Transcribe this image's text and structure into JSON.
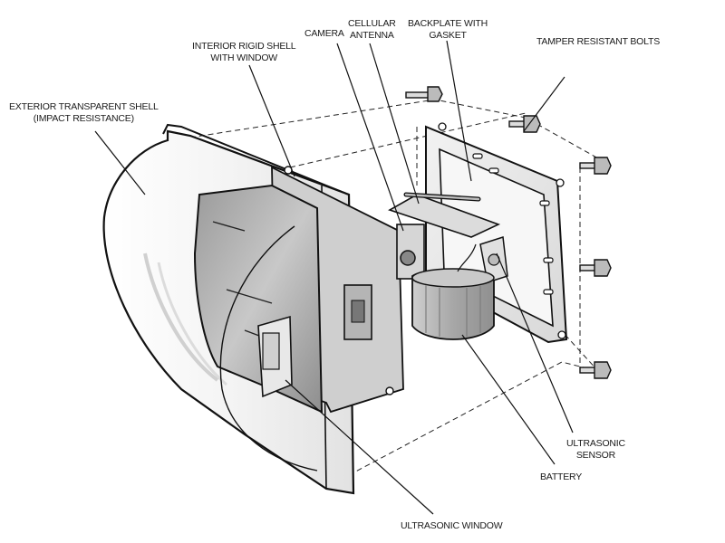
{
  "diagram": {
    "title": "Exploded view of ultrasonic sensor enclosure",
    "labels": [
      {
        "id": "exterior-shell",
        "lines": [
          "EXTERIOR TRANSPARENT SHELL",
          "(IMPACT RESISTANCE)"
        ]
      },
      {
        "id": "interior-shell",
        "lines": [
          "INTERIOR RIGID SHELL",
          "WITH WINDOW"
        ]
      },
      {
        "id": "camera",
        "lines": [
          "CAMERA"
        ]
      },
      {
        "id": "cellular-antenna",
        "lines": [
          "CELLULAR",
          "ANTENNA"
        ]
      },
      {
        "id": "backplate",
        "lines": [
          "BACKPLATE WITH",
          "GASKET"
        ]
      },
      {
        "id": "tamper-bolts",
        "lines": [
          "TAMPER RESISTANT BOLTS"
        ]
      },
      {
        "id": "ultrasonic-sensor",
        "lines": [
          "ULTRASONIC",
          "SENSOR"
        ]
      },
      {
        "id": "battery",
        "lines": [
          "BATTERY"
        ]
      },
      {
        "id": "ultrasonic-window",
        "lines": [
          "ULTRASONIC WINDOW"
        ]
      }
    ],
    "colors": {
      "ink": "#111111",
      "shade_light": "#e6e6e6",
      "shade_mid": "#bdbdbd",
      "shade_dark": "#8c8c8c",
      "paper": "#ffffff"
    }
  }
}
